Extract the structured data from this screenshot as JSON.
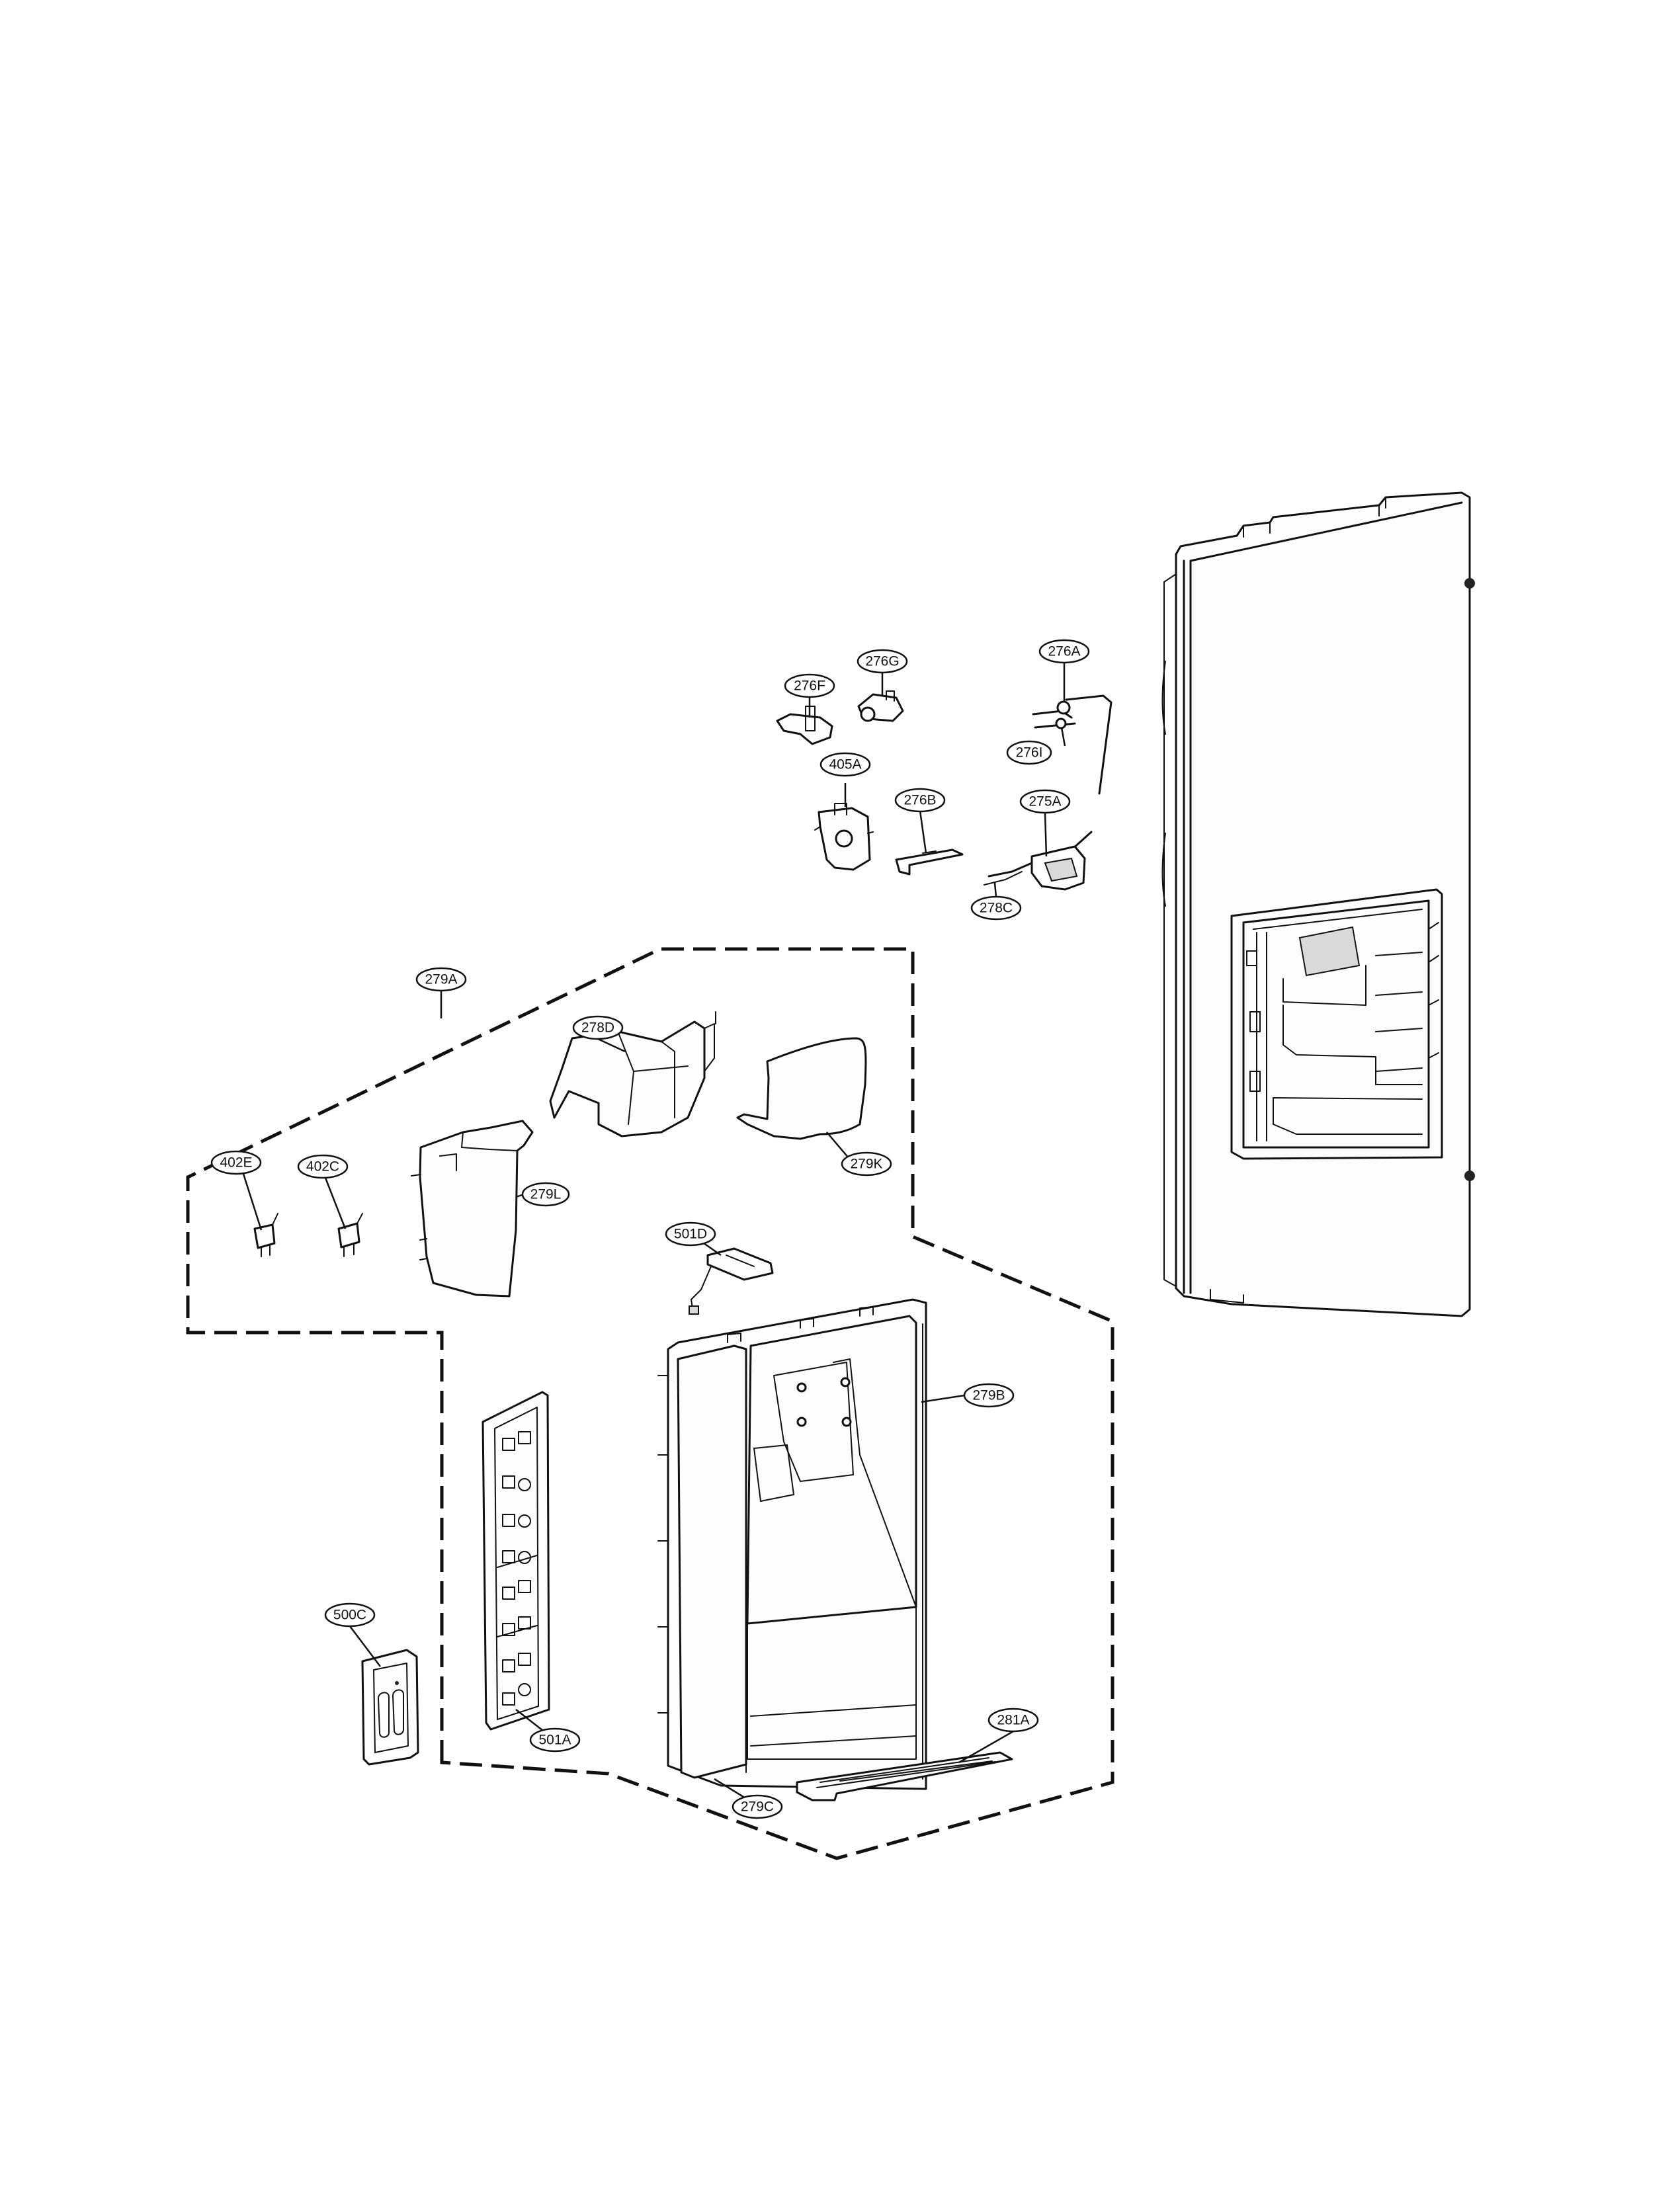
{
  "diagram": {
    "callouts": [
      {
        "id": "276G",
        "label": "276G"
      },
      {
        "id": "276F",
        "label": "276F"
      },
      {
        "id": "276A",
        "label": "276A"
      },
      {
        "id": "276I",
        "label": "276I"
      },
      {
        "id": "405A",
        "label": "405A"
      },
      {
        "id": "276B",
        "label": "276B"
      },
      {
        "id": "275A",
        "label": "275A"
      },
      {
        "id": "278C",
        "label": "278C"
      },
      {
        "id": "279A",
        "label": "279A"
      },
      {
        "id": "278D",
        "label": "278D"
      },
      {
        "id": "402E",
        "label": "402E"
      },
      {
        "id": "402C",
        "label": "402C"
      },
      {
        "id": "279L",
        "label": "279L"
      },
      {
        "id": "279K",
        "label": "279K"
      },
      {
        "id": "501D",
        "label": "501D"
      },
      {
        "id": "279B",
        "label": "279B"
      },
      {
        "id": "500C",
        "label": "500C"
      },
      {
        "id": "501A",
        "label": "501A"
      },
      {
        "id": "281A",
        "label": "281A"
      },
      {
        "id": "279C",
        "label": "279C"
      }
    ]
  }
}
